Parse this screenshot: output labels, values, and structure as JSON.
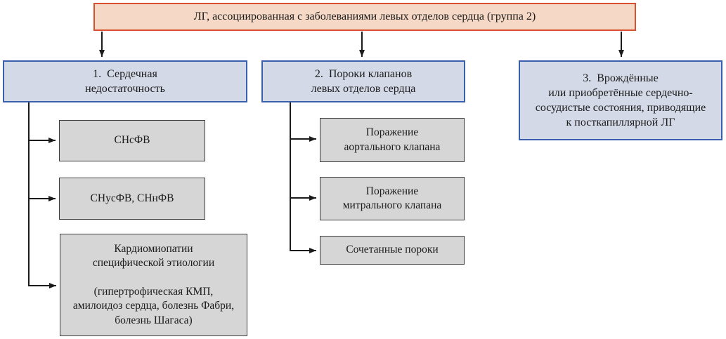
{
  "diagram": {
    "root": {
      "label": "ЛГ, ассоциированная с заболеваниями левых отделов сердца (группа 2)"
    },
    "groups": [
      {
        "label": "1.  Сердечная\nнедостаточность",
        "children": [
          "СНсФВ",
          "СНусФВ, СНнФВ",
          "Кардиомиопатии\nспецифической этиологии\n\n(гипертрофическая КМП,\nамилоидоз сердца, болезнь Фабри,\nболезнь Шагаса)"
        ]
      },
      {
        "label": "2.  Пороки клапанов\nлевых отделов сердца",
        "children": [
          "Поражение\nаортального клапана",
          "Поражение\nмитрального клапана",
          "Сочетанные пороки"
        ]
      },
      {
        "label": "3.  Врождённые\nили приобретённые сердечно-\nсосудистые состояния, приводящие\nк посткапиллярной ЛГ",
        "children": []
      }
    ],
    "colors": {
      "root_fill": "#f5d9c6",
      "root_border": "#d8502e",
      "group_fill": "#d3d9e6",
      "group_border": "#3a5fad",
      "child_fill": "#d6d6d6",
      "child_border": "#3d3d3d",
      "connector": "#1b1b1b"
    }
  }
}
